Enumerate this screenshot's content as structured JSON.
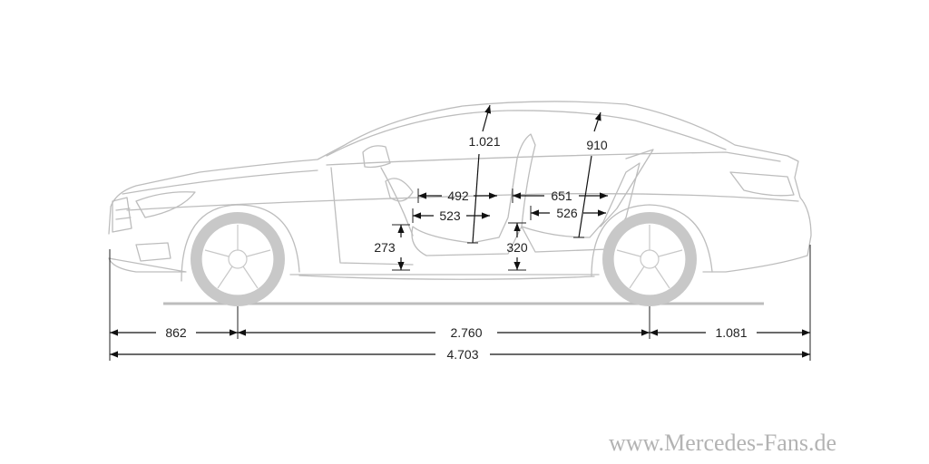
{
  "diagram": {
    "dimensions": {
      "front_overhang": "862",
      "wheelbase": "2.760",
      "rear_overhang": "1.081",
      "overall_length": "4.703",
      "front_headroom": "1.021",
      "rear_headroom": "910",
      "front_seat_upper": "492",
      "front_seat_lower": "523",
      "rear_seat_upper": "651",
      "rear_seat_lower": "526",
      "front_seat_height": "273",
      "rear_seat_height": "320"
    },
    "watermark": "www.Mercedes-Fans.de",
    "colors": {
      "car_outline": "#bdbdbd",
      "dimension_lines": "#111111",
      "watermark": "#b3b3b3"
    }
  }
}
